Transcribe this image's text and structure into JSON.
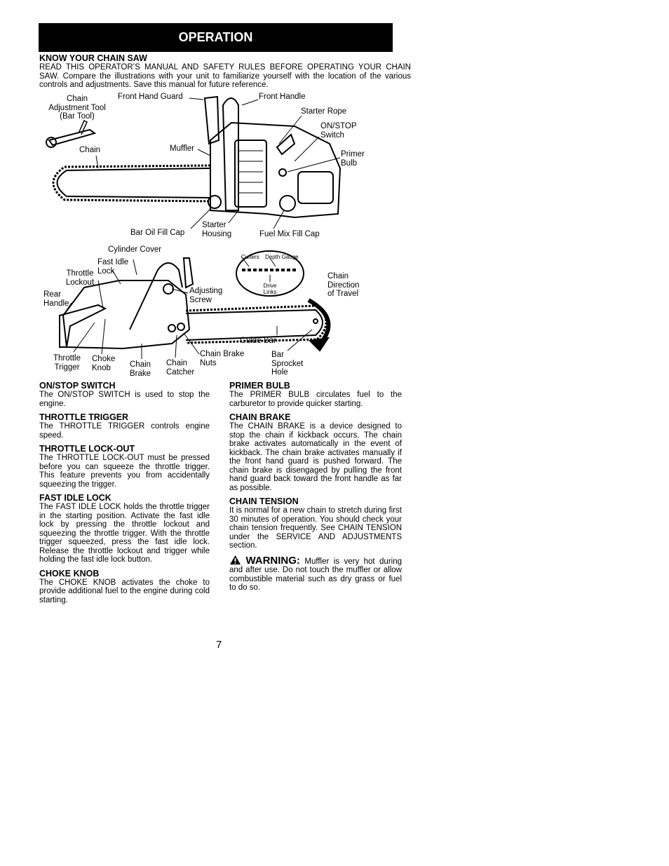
{
  "header": {
    "title": "OPERATION"
  },
  "intro": {
    "title": "KNOW YOUR CHAIN SAW",
    "text": "READ THIS OPERATOR’S MANUAL AND SAFETY RULES BEFORE OPERATING YOUR CHAIN SAW. Compare the illustrations with your unit to familiarize yourself with the location of the various controls and adjustments. Save this manual for future reference."
  },
  "diagram_top": {
    "chain_tool_1": "Chain",
    "chain_tool_2": "Adjustment Tool",
    "chain_tool_3": "(Bar Tool)",
    "front_hand_guard": "Front Hand Guard",
    "front_handle": "Front Handle",
    "starter_rope": "Starter Rope",
    "on_stop_1": "ON/STOP",
    "on_stop_2": "Switch",
    "primer_1": "Primer",
    "primer_2": "Bulb",
    "chain": "Chain",
    "muffler": "Muffler",
    "bar_oil": "Bar Oil Fill Cap",
    "starter_housing_1": "Starter",
    "starter_housing_2": "Housing",
    "fuel_mix": "Fuel Mix Fill Cap"
  },
  "diagram_bottom": {
    "cylinder_cover": "Cylinder Cover",
    "fast_idle_1": "Fast Idle",
    "fast_idle_2": "Lock",
    "throttle_lockout_1": "Throttle",
    "throttle_lockout_2": "Lockout",
    "rear_handle_1": "Rear",
    "rear_handle_2": "Handle",
    "adjusting_1": "Adjusting",
    "adjusting_2": "Screw",
    "cutters": "Cutters",
    "depth_gauge": "Depth Gauge",
    "drive_links_1": "Drive",
    "drive_links_2": "Links",
    "direction_1": "Chain",
    "direction_2": "Direction",
    "direction_3": "of Travel",
    "guide_bar": "Guide Bar",
    "throttle_trigger_1": "Throttle",
    "throttle_trigger_2": "Trigger",
    "choke_1": "Choke",
    "choke_2": "Knob",
    "chain_brake_1": "Chain",
    "chain_brake_2": "Brake",
    "chain_catcher_1": "Chain",
    "chain_catcher_2": "Catcher",
    "brake_nuts_1": "Chain Brake",
    "brake_nuts_2": "Nuts",
    "sprocket_1": "Bar",
    "sprocket_2": "Sprocket",
    "sprocket_3": "Hole"
  },
  "left_column": [
    {
      "title": "ON/STOP SWITCH",
      "text": "The ON/STOP SWITCH is used to stop the engine."
    },
    {
      "title": "THROTTLE TRIGGER",
      "text": "The THROTTLE TRIGGER controls engine speed."
    },
    {
      "title": "THROTTLE LOCK-OUT",
      "text": "The THROTTLE LOCK-OUT must be pressed before you can squeeze the throttle trigger. This feature prevents you from accidentally squeezing the trigger."
    },
    {
      "title": "FAST IDLE LOCK",
      "text": "The FAST IDLE LOCK holds the throttle trigger in the starting position. Activate the fast idle lock by pressing the throttle lockout and squeezing the throttle trigger. With the throttle trigger squeezed, press the fast idle lock. Release the throttle lockout and trigger while holding the fast idle lock button."
    },
    {
      "title": "CHOKE KNOB",
      "text": "The CHOKE KNOB activates the choke to provide additional fuel to the engine during cold starting."
    }
  ],
  "right_column": [
    {
      "title": "PRIMER BULB",
      "text": "The PRIMER BULB circulates fuel to the carburetor to provide quicker starting."
    },
    {
      "title": "CHAIN BRAKE",
      "text": "The CHAIN BRAKE is a device designed to stop the chain if kickback occurs. The chain brake activates automatically in the event of kickback. The chain brake activates manually if the front hand guard is pushed forward. The chain brake is disengaged by pulling the front hand guard back toward the front handle as far as possible."
    },
    {
      "title": "CHAIN TENSION",
      "text": "It is normal for a new chain to stretch during first 30 minutes of operation. You should check your chain tension frequently. See CHAIN TENSION under the SERVICE AND ADJUSTMENTS section."
    }
  ],
  "warning": {
    "icon": "warning-triangle-icon",
    "title": "WARNING:",
    "text": "Muffler is very hot during and after use. Do not touch the muffler or allow combustible material such as dry grass or fuel to do so."
  },
  "page_number": "7"
}
